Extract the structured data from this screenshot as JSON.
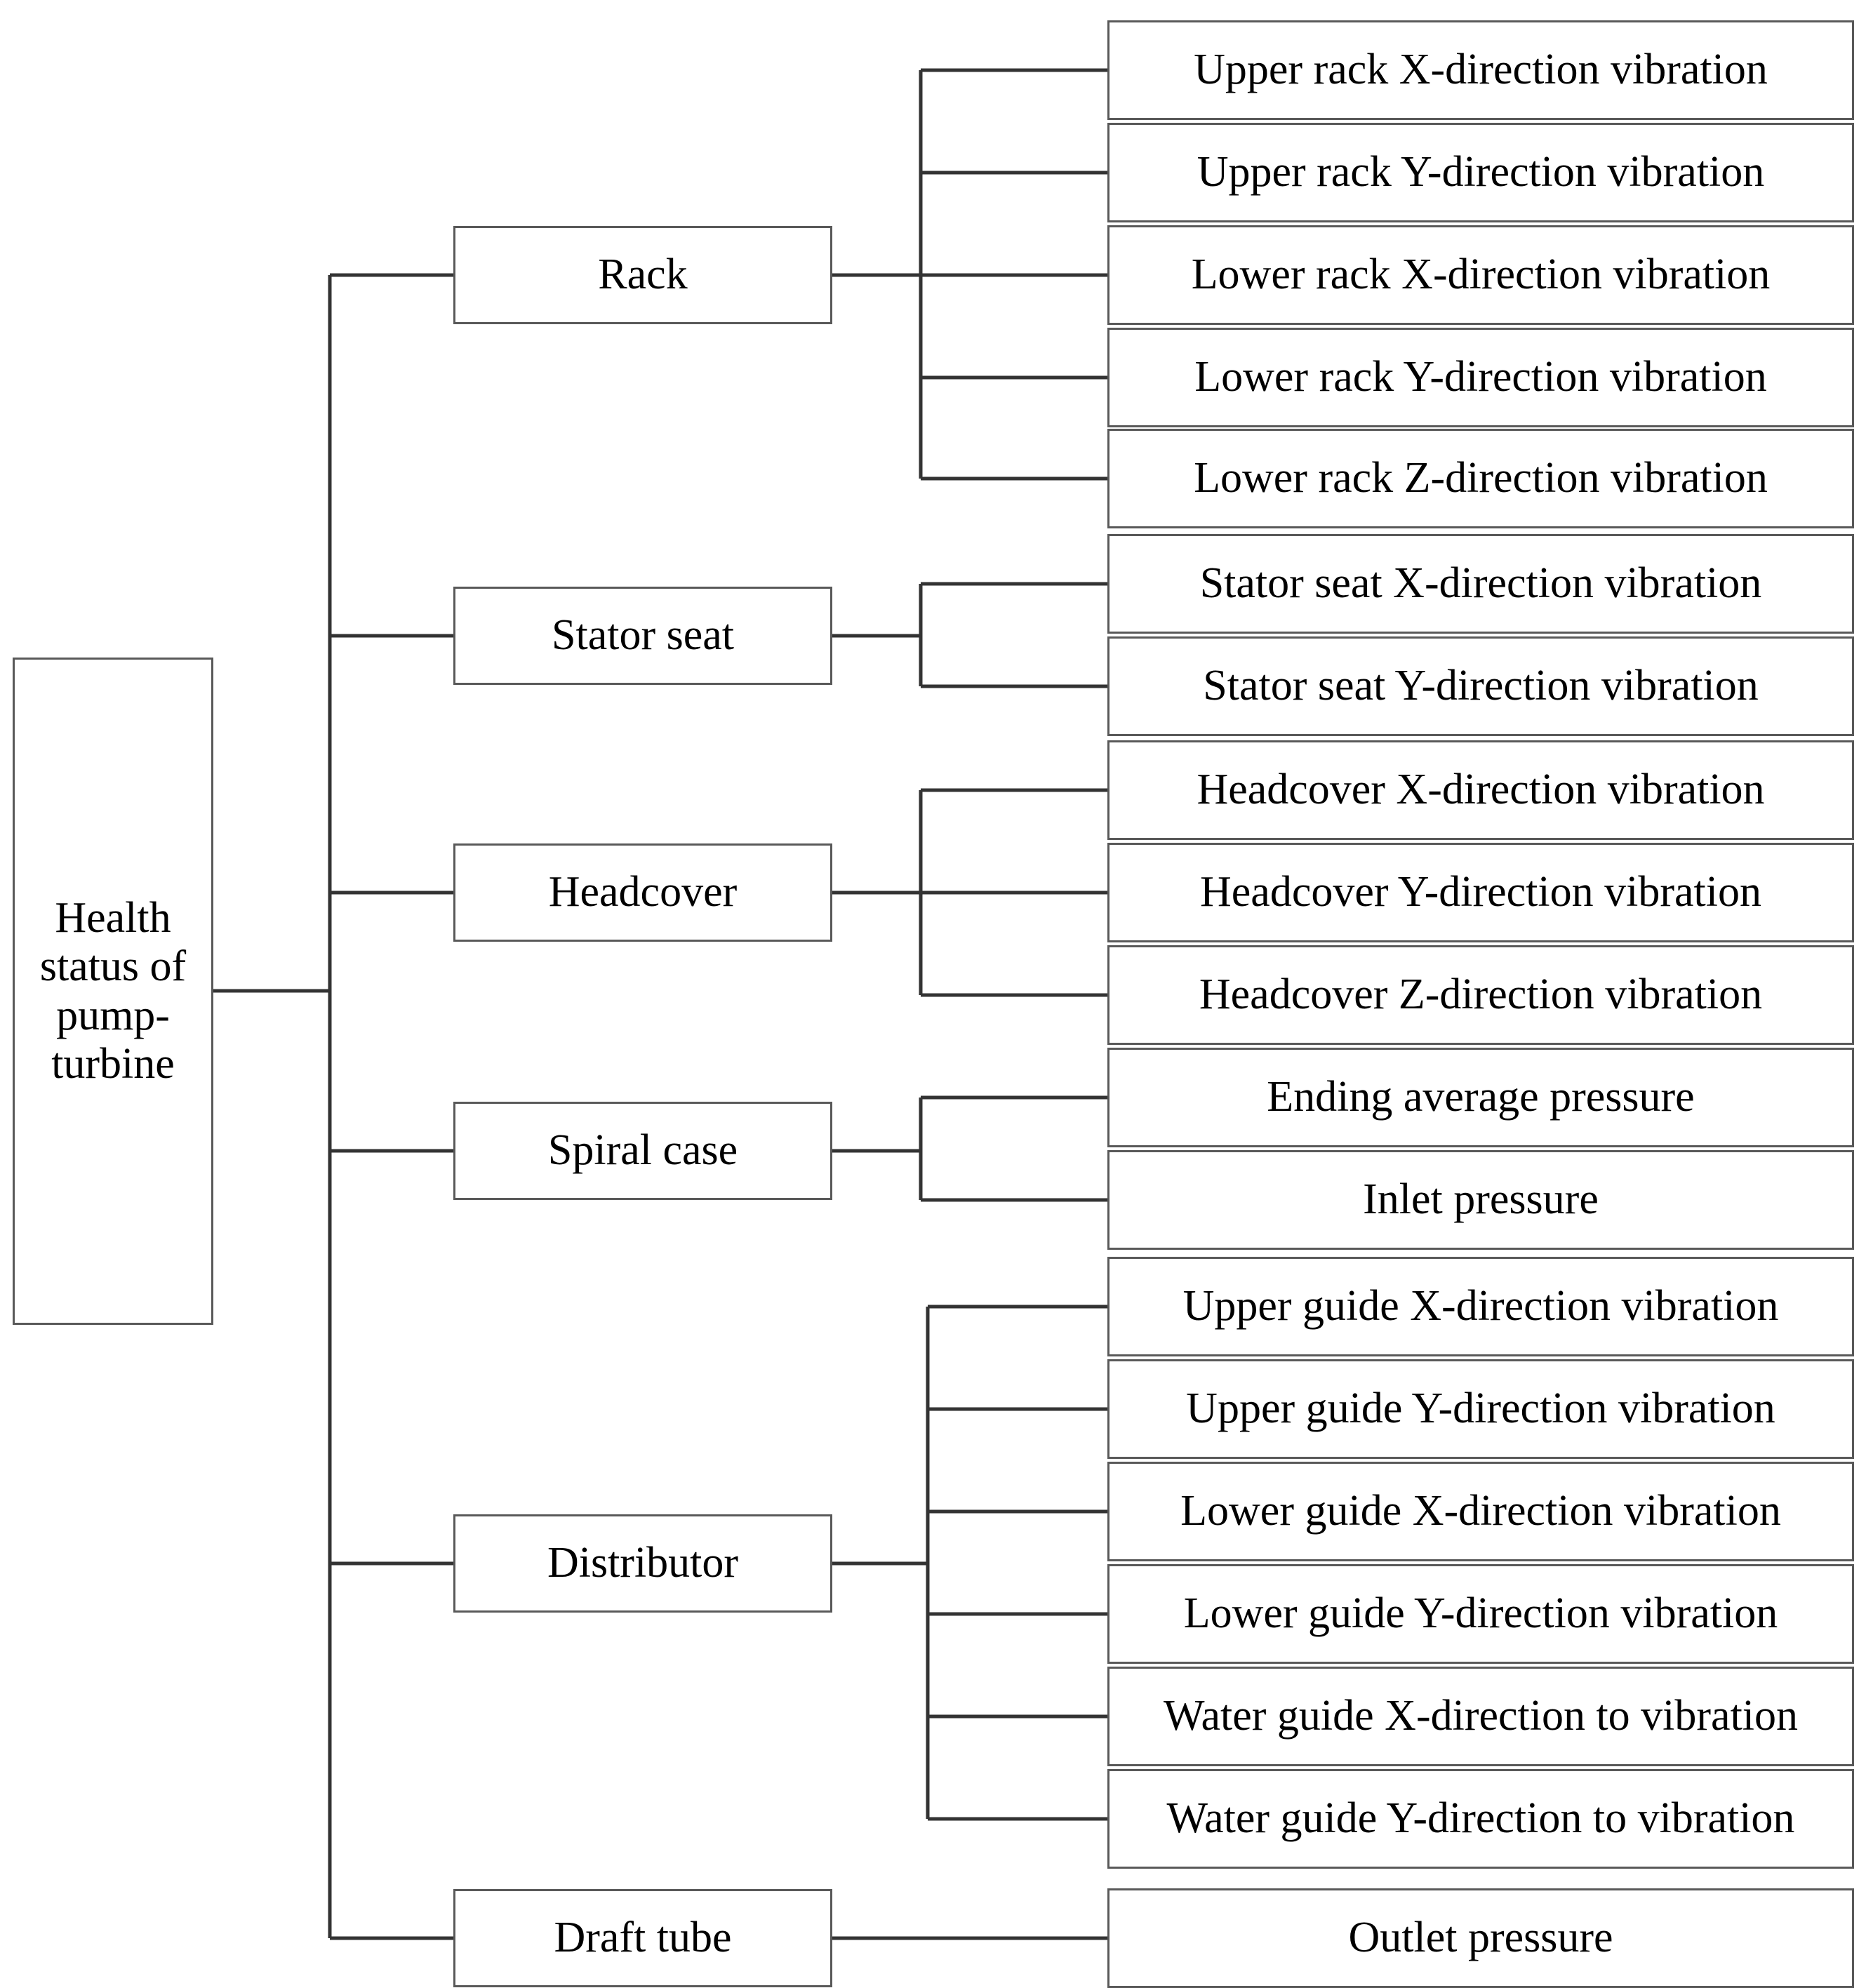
{
  "diagram": {
    "title": "Health status of pump-turbine monitoring hierarchy",
    "type": "tree",
    "colors": {
      "box_border": "#595959",
      "connector": "#333333",
      "background": "#ffffff",
      "text": "#000000"
    },
    "root": {
      "label": "Health\nstatus of\npump-\nturbine"
    },
    "groups": [
      {
        "id": "rack",
        "label": "Rack",
        "leaves": [
          "Upper rack X-direction vibration",
          "Upper rack Y-direction vibration",
          "Lower rack X-direction vibration",
          "Lower rack Y-direction vibration",
          "Lower rack Z-direction vibration"
        ]
      },
      {
        "id": "stator-seat",
        "label": "Stator seat",
        "leaves": [
          "Stator seat X-direction vibration",
          "Stator seat Y-direction vibration"
        ]
      },
      {
        "id": "headcover",
        "label": "Headcover",
        "leaves": [
          "Headcover X-direction vibration",
          "Headcover Y-direction vibration",
          "Headcover Z-direction vibration"
        ]
      },
      {
        "id": "spiral-case",
        "label": "Spiral case",
        "leaves": [
          "Ending average pressure",
          "Inlet pressure"
        ]
      },
      {
        "id": "distributor",
        "label": "Distributor",
        "leaves": [
          "Upper guide X-direction vibration",
          "Upper guide Y-direction vibration",
          "Lower guide X-direction vibration",
          "Lower guide Y-direction vibration",
          "Water guide X-direction to vibration",
          "Water guide Y-direction to vibration"
        ]
      },
      {
        "id": "draft-tube",
        "label": "Draft tube",
        "leaves": [
          "Outlet pressure"
        ]
      }
    ]
  }
}
